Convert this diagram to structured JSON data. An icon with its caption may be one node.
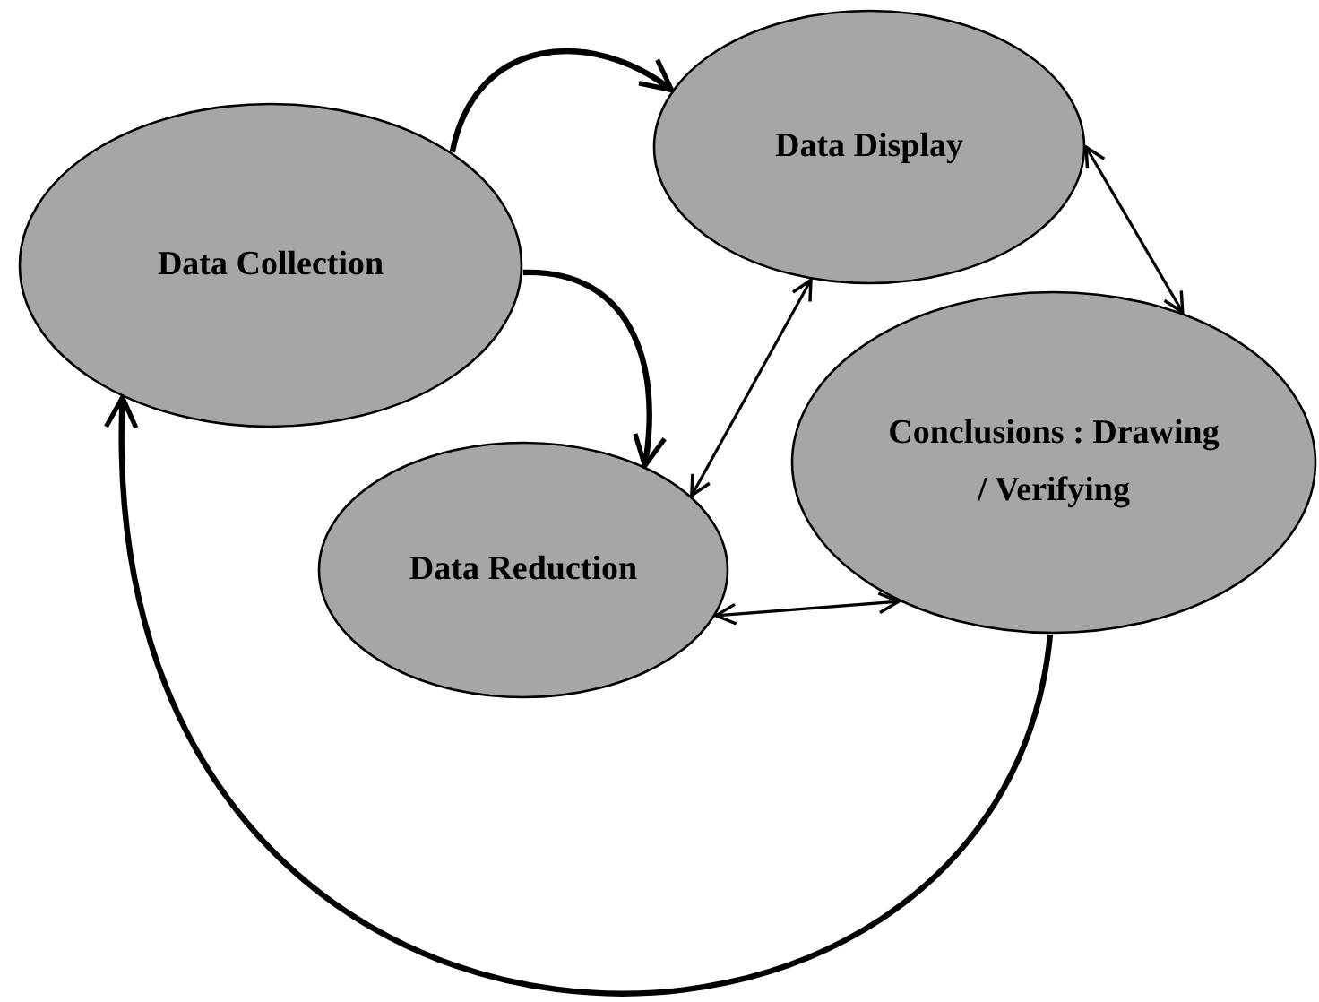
{
  "diagram": {
    "nodes": [
      {
        "text": [
          "Data Display"
        ]
      },
      {
        "text": [
          "Data Collection"
        ]
      },
      {
        "text": [
          "Conclusions : Drawing / Verifying"
        ]
      },
      {
        "text": [
          "Data Reduction"
        ]
      }
    ],
    "edges": [
      {
        "from": 1,
        "to": 0,
        "arrow": "to",
        "style": "thick"
      },
      {
        "from": 1,
        "to": 3,
        "arrow": "to",
        "style": "thick"
      },
      {
        "from": 0,
        "to": 3,
        "arrow": "both"
      },
      {
        "from": 0,
        "to": 2,
        "arrow": "both"
      },
      {
        "from": 3,
        "to": 2,
        "arrow": "both"
      },
      {
        "from": 2,
        "to": 1,
        "arrow": "to",
        "style": "thick"
      }
    ]
  }
}
